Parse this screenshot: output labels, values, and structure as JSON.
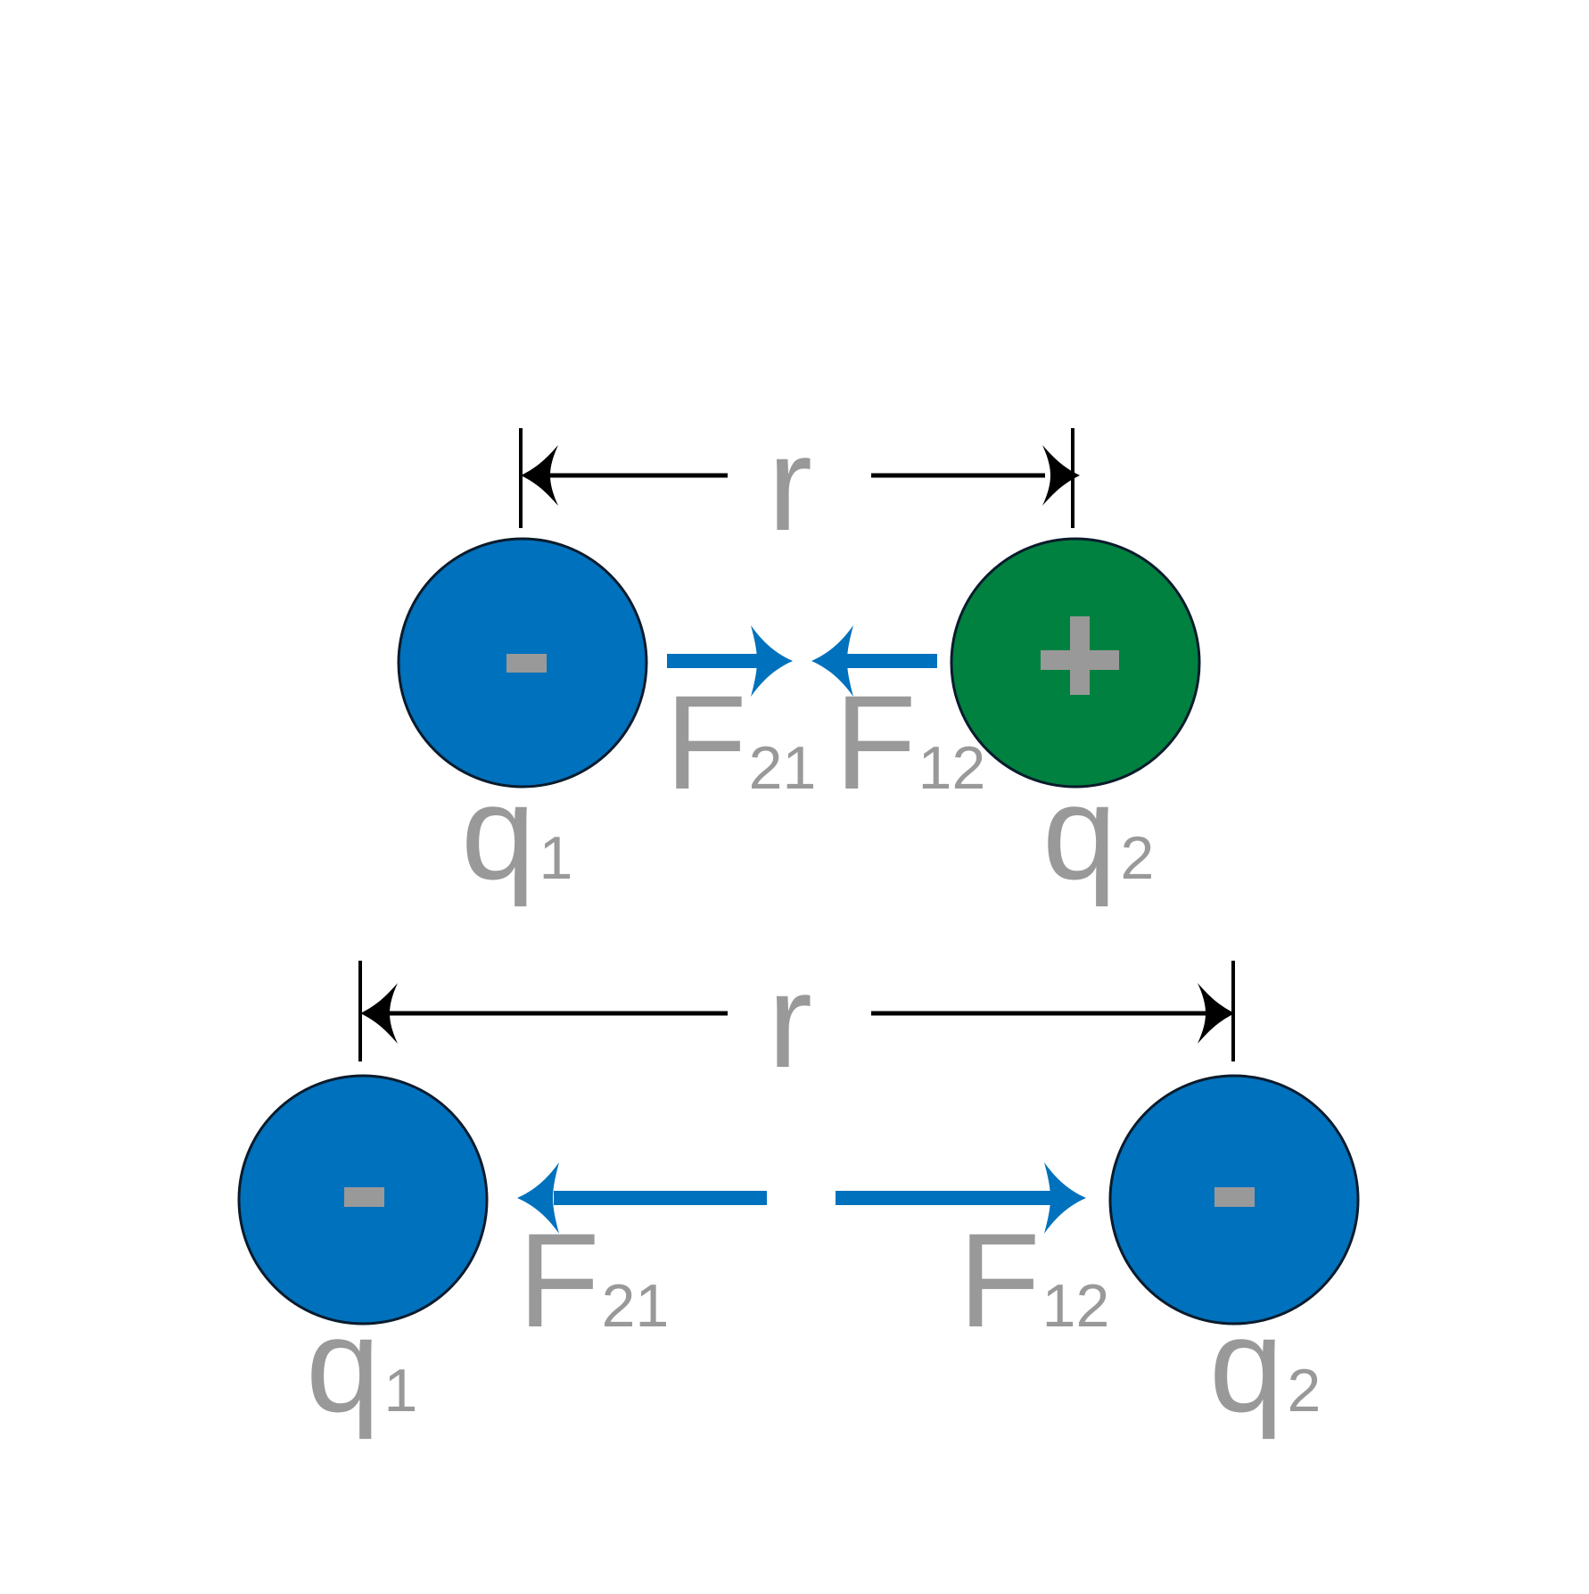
{
  "colors": {
    "negative_charge": "#0071bc",
    "positive_charge": "#008140",
    "force_arrow": "#0071bc",
    "distance_arrow": "#000000",
    "label": "#999999",
    "outline": "#0a1b2c"
  },
  "attraction": {
    "distance_label": "r",
    "charge1": {
      "sign": "-",
      "label": "q",
      "subscript": "1"
    },
    "charge2": {
      "sign": "+",
      "label": "q",
      "subscript": "2"
    },
    "force_on_1": {
      "label": "F",
      "subscript": "21"
    },
    "force_on_2": {
      "label": "F",
      "subscript": "12"
    }
  },
  "repulsion": {
    "distance_label": "r",
    "charge1": {
      "sign": "-",
      "label": "q",
      "subscript": "1"
    },
    "charge2": {
      "sign": "-",
      "label": "q",
      "subscript": "2"
    },
    "force_on_1": {
      "label": "F",
      "subscript": "21"
    },
    "force_on_2": {
      "label": "F",
      "subscript": "12"
    }
  }
}
